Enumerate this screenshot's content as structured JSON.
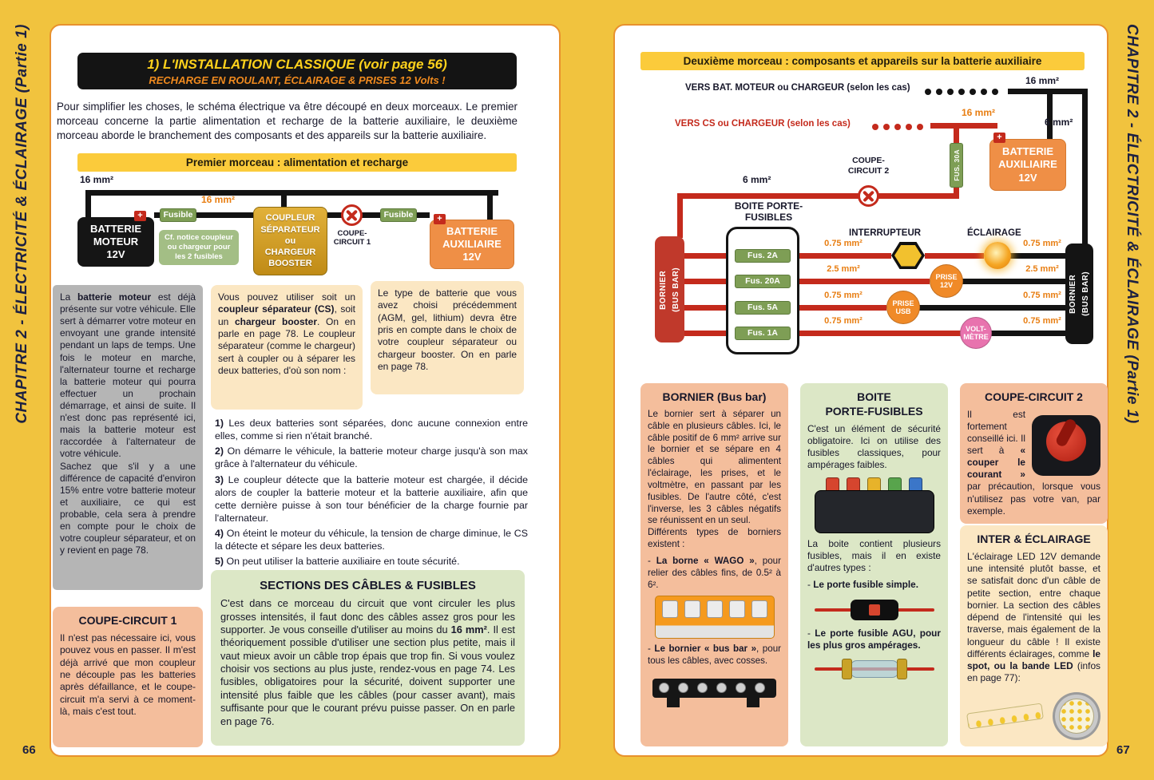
{
  "spine": {
    "text": "CHAPITRE 2 - ÉLECTRICITÉ & ÉCLAIRAGE (Partie 1)"
  },
  "colors": {
    "background_yellow": "#F1C33E",
    "page_border_orange": "#E8912D",
    "wire_red": "#C42A1C",
    "banner_yellow": "#FBCB3B"
  },
  "left_page": {
    "page_number": "66",
    "header": {
      "title": "1) L'INSTALLATION CLASSIQUE (voir page 56)",
      "subtitle": "RECHARGE EN ROULANT, ÉCLAIRAGE & PRISES 12 Volts !"
    },
    "intro": "Pour simplifier les choses, le schéma électrique va être découpé en deux morceaux. Le premier morceau concerne la partie alimentation et recharge de la batterie auxiliaire, le deuxième morceau aborde le branchement des composants et des appareils sur la batterie auxiliaire.",
    "banner": "Premier morceau : alimentation et recharge",
    "diagram": {
      "cable_section_left": "16 mm²",
      "cable_section_mid": "16 mm²",
      "battery_motor_label": "BATTERIE\nMOTEUR\n12V",
      "plus": "+",
      "fuse_label_1": "Fusible",
      "fuse_label_2": "Fusible",
      "notice": "Cf. notice coupleur\nou chargeur pour\nles 2 fusibles",
      "coupler_label": "COUPLEUR\nSÉPARATEUR\nou\nCHARGEUR\nBOOSTER",
      "breaker_label": "COUPE-\nCIRCUIT 1",
      "battery_aux_label": "BATTERIE\nAUXILIAIRE\n12V"
    },
    "box_motor": [
      {
        "t": "La "
      },
      {
        "t": "batterie moteur",
        "b": true
      },
      {
        "t": " est déjà présente sur votre véhicule. Elle sert à démarrer votre moteur en envoyant une grande intensité pendant un laps de temps. Une fois le moteur en marche, l'alternateur tourne et recharge la batterie moteur qui pourra effectuer un prochain démarrage, et ainsi de suite. Il n'est donc pas représenté ici, mais la batterie moteur est raccordée à l'alternateur de votre véhicule.\nSachez que s'il y a une différence de capacité d'environ 15% entre votre batterie moteur et auxiliaire, ce qui est probable, cela sera à prendre en compte pour le choix de votre coupleur séparateur, et on y revient en page 78."
      }
    ],
    "box_coupler": [
      {
        "t": "Vous pouvez utiliser soit un "
      },
      {
        "t": "coupleur séparateur (CS)",
        "b": true
      },
      {
        "t": ", soit un "
      },
      {
        "t": "chargeur booster",
        "b": true
      },
      {
        "t": ". On en parle en page 78. Le coupleur séparateur (comme le chargeur) sert à coupler ou à séparer les deux batteries, d'où son nom :"
      }
    ],
    "box_battery_type": "Le type de batterie que vous avez choisi précédemment (AGM, gel, lithium) devra être pris en compte dans le choix de votre coupleur séparateur ou chargeur booster. On en parle en page 78.",
    "steps": [
      {
        "n": "1)",
        "t": "Les deux batteries sont séparées, donc aucune connexion entre elles, comme si rien n'était branché."
      },
      {
        "n": "2)",
        "t": "On démarre le véhicule, la batterie moteur charge jusqu'à son max grâce à l'alternateur du véhicule."
      },
      {
        "n": "3)",
        "t": "Le coupleur détecte que la batterie moteur est chargée, il décide alors de coupler la batterie moteur et la batterie auxiliaire, afin que cette dernière puisse à son tour bénéficier de la charge fournie par l'alternateur."
      },
      {
        "n": "4)",
        "t": "On éteint le moteur du véhicule, la tension de charge diminue, le CS la détecte et sépare les deux batteries."
      },
      {
        "n": "5)",
        "t": "On peut utiliser la batterie auxiliaire en toute sécurité."
      }
    ],
    "breaker_box": {
      "title": "COUPE-CIRCUIT 1",
      "text": "Il n'est pas nécessaire ici, vous pouvez vous en passer. Il m'est déjà arrivé que mon coupleur ne découple pas les batteries après défaillance, et le coupe-circuit m'a servi à ce moment-là, mais c'est tout."
    },
    "sections_box": {
      "title": "SECTIONS DES CÂBLES & FUSIBLES",
      "text": [
        {
          "t": "C'est dans ce morceau du circuit que vont circuler les plus grosses intensités, il faut donc des câbles assez gros pour les supporter. Je vous conseille d'utiliser au moins du "
        },
        {
          "t": "16 mm²",
          "b": true
        },
        {
          "t": ". Il est théoriquement possible d'utiliser une section plus petite, mais il vaut mieux avoir un câble trop épais que trop fin. Si vous voulez choisir vos sections au plus juste, rendez-vous en page 74. Les fusibles, obligatoires pour la sécurité, doivent supporter une intensité plus faible que les câbles (pour casser avant), mais suffisante pour que le courant prévu puisse passer. On en parle en page 76."
        }
      ]
    }
  },
  "right_page": {
    "page_number": "67",
    "banner": "Deuxième morceau : composants et appareils sur la batterie auxiliaire",
    "diagram": {
      "to_motor_label": "VERS BAT. MOTEUR ou CHARGEUR  (selon les cas)",
      "to_cs_label": "VERS CS ou CHARGEUR (selon les cas)",
      "cable_16_top": "16 mm²",
      "cable_16_red": "16 mm²",
      "cable_6_right": "6 mm²",
      "cable_6_left": "6 mm²",
      "breaker_label": "COUPE-\nCIRCUIT 2",
      "fuse30": "FUS. 30A",
      "battery_aux_label": "BATTERIE\nAUXILIAIRE\n12V",
      "plus": "+",
      "fusebox_title": "BOITE PORTE-\nFUSIBLES",
      "bornier_left": "BORNIER\n(BUS BAR)",
      "bornier_right": "BORNIER\n(BUS BAR)",
      "fuses": [
        "Fus. 2A",
        "Fus. 20A",
        "Fus. 5A",
        "Fus. 1A"
      ],
      "interrupteur_label": "INTERRUPTEUR",
      "eclairage_label": "ÉCLAIRAGE",
      "prise12v": "PRISE\n12V",
      "prise_usb": "PRISE\nUSB",
      "voltmetre": "VOLT-\nMÈTRE",
      "sections_left": [
        "0.75 mm²",
        "2.5 mm²",
        "0.75 mm²",
        "0.75 mm²"
      ],
      "sections_right": [
        "0.75 mm²",
        "2.5 mm²",
        "0.75 mm²",
        "0.75 mm²"
      ]
    },
    "col_bornier": {
      "title": "BORNIER (Bus bar)",
      "text": "Le bornier sert à séparer un câble en plusieurs câbles. Ici, le câble positif de 6 mm² arrive sur le bornier et se sépare en 4 câbles qui alimentent l'éclairage, les prises, et le voltmètre, en passant par les fusibles. De l'autre côté, c'est l'inverse, les 3 câbles négatifs se réunissent en un seul.\nDifférents types de borniers existent :",
      "bullet_wago": [
        {
          "t": "- "
        },
        {
          "t": "La borne « WAGO »",
          "b": true
        },
        {
          "t": ", pour relier des câbles fins, de 0.5² à 6²."
        }
      ],
      "bullet_busbar": [
        {
          "t": "- "
        },
        {
          "t": "Le bornier « bus bar »",
          "b": true
        },
        {
          "t": ", pour tous les câbles, avec cosses."
        }
      ]
    },
    "col_fusebox": {
      "title": "BOITE\nPORTE-FUSIBLES",
      "text1": "C'est un élément de sécurité obligatoire. Ici on utilise des fusibles classiques, pour ampérages faibles.",
      "text2": "La boite contient plusieurs fusibles, mais il en existe d'autres types :",
      "bullet_simple": [
        {
          "t": "- "
        },
        {
          "t": "Le porte fusible simple.",
          "b": true
        }
      ],
      "bullet_agu": [
        {
          "t": "- "
        },
        {
          "t": "Le porte fusible AGU, pour les plus gros ampérages.",
          "b": true
        }
      ]
    },
    "col_breaker": {
      "title": "COUPE-CIRCUIT 2",
      "text": [
        {
          "t": "Il est fortement conseillé ici. Il sert à "
        },
        {
          "t": "« couper le courant »",
          "b": true
        },
        {
          "t": " par précaution, lorsque vous n'utilisez pas votre van, par exemple."
        }
      ]
    },
    "col_lighting": {
      "title": "INTER & ÉCLAIRAGE",
      "text": [
        {
          "t": "L'éclairage LED 12V demande une intensité plutôt basse, et se satisfait donc d'un câble de petite section, entre chaque bornier. La section des câbles dépend de l'intensité qui les traverse, mais également de la longueur du câble ! Il existe différents éclairages, comme "
        },
        {
          "t": "le spot, ou la bande LED",
          "b": true
        },
        {
          "t": " (infos en page 77):"
        }
      ]
    }
  }
}
